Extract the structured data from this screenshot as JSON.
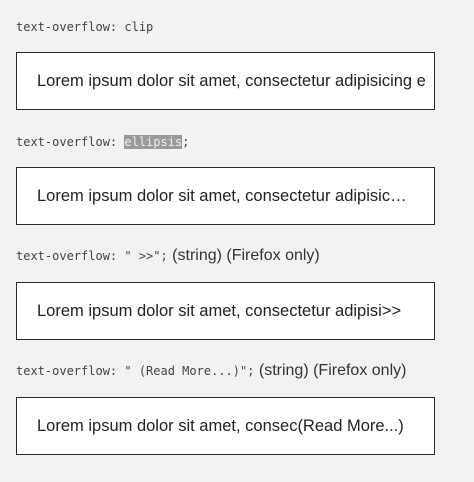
{
  "examples": [
    {
      "label_code": "text-overflow: clip",
      "text": "Lorem ipsum dolor sit amet, consectetur adipisicing e"
    },
    {
      "label_code_prefix": "text-overflow: ",
      "label_code_highlight": "ellipsis",
      "label_code_suffix": ";",
      "text": "Lorem ipsum dolor sit amet, consectetur adipisic…"
    },
    {
      "label_code": "text-overflow: \" >>\";",
      "label_note": " (string) (Firefox only)",
      "text": "Lorem ipsum dolor sit amet, consectetur adipisi>>"
    },
    {
      "label_code": "text-overflow: \" (Read More...)\";",
      "label_note": " (string) (Firefox only)",
      "text": "Lorem ipsum dolor sit amet, consec(Read More...)"
    }
  ]
}
